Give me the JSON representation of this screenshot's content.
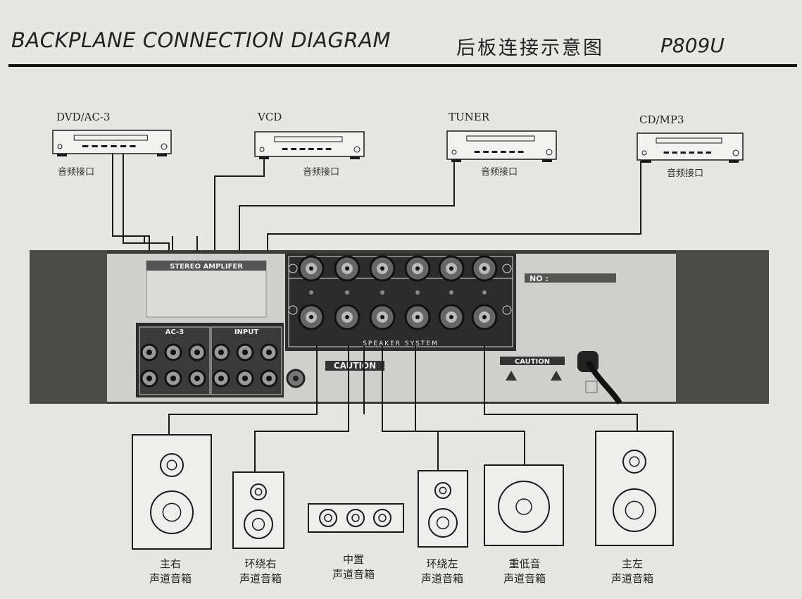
{
  "header": {
    "title_en": "BACKPLANE CONNECTION DIAGRAM",
    "title_cn": "后板连接示意图",
    "model": "P809U"
  },
  "sources": [
    {
      "name": "DVD/AC-3",
      "port_label": "音频接口"
    },
    {
      "name": "VCD",
      "port_label": "音频接口"
    },
    {
      "name": "TUNER",
      "port_label": "音频接口"
    },
    {
      "name": "CD/MP3",
      "port_label": "音频接口"
    }
  ],
  "panel": {
    "plate_title": "STEREO AMPLIFER",
    "ac3_label": "AC-3",
    "input_label": "INPUT",
    "speaker_system_label": "SPEAKER SYSTEM",
    "caution_label": "CAUTION",
    "caution2_label": "CAUTION",
    "no_label": "NO :"
  },
  "speakers": [
    {
      "line1": "主右",
      "line2": "声道音箱"
    },
    {
      "line1": "环绕右",
      "line2": "声道音箱"
    },
    {
      "line1": "中置",
      "line2": "声道音箱"
    },
    {
      "line1": "环绕左",
      "line2": "声道音箱"
    },
    {
      "line1": "重低音",
      "line2": "声道音箱"
    },
    {
      "line1": "主左",
      "line2": "声道音箱"
    }
  ],
  "colors": {
    "background": "#e6e6e3",
    "ink": "#1a1a1a",
    "panel": "#cfcfcc",
    "terminal_dark": "#222222"
  }
}
